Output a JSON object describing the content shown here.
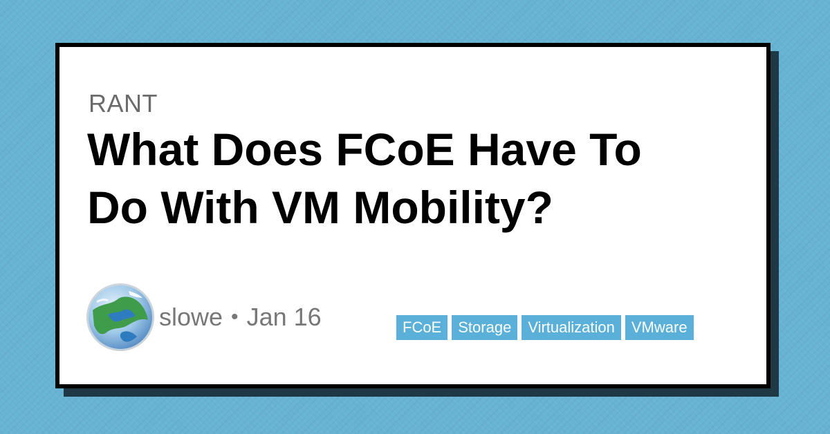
{
  "post": {
    "category": "RANT",
    "title": "What Does FCoE Have To Do With VM Mobility?",
    "author": "slowe",
    "separator": "•",
    "date": "Jan 16",
    "tags": [
      "FCoE",
      "Storage",
      "Virtualization",
      "VMware"
    ]
  },
  "colors": {
    "background": "#67b3d3",
    "card": "#ffffff",
    "border": "#000000",
    "tag": "#5ab0d8",
    "meta_text": "#777777"
  },
  "icons": {
    "avatar": "earth-globe-avatar"
  }
}
